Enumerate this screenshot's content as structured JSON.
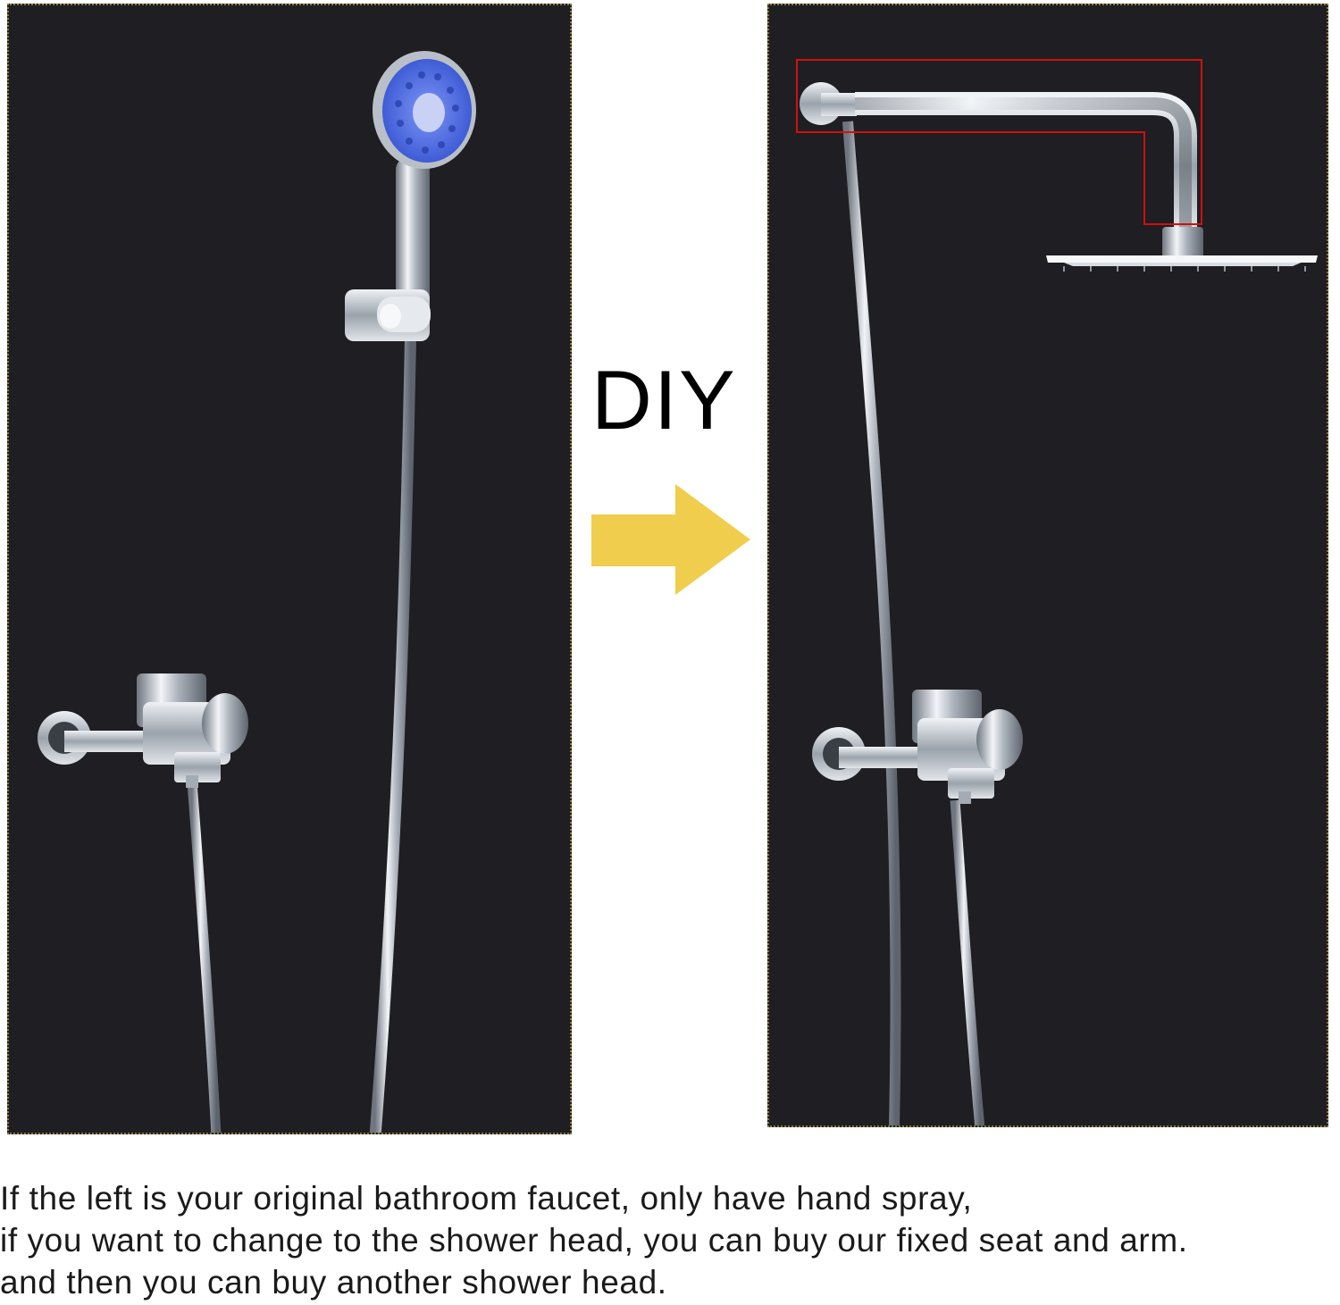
{
  "diy_label": "DIY",
  "arrow_icon": "right-arrow-icon",
  "colors": {
    "panel_background": "#1f1e22",
    "arrow": "#f0cd4c",
    "highlight_box": "#d01010",
    "chrome": "#c8ccd2",
    "spray_face": "#5a78e8"
  },
  "left_image": {
    "description_icons": [
      "hand-shower-icon",
      "shower-holder-icon",
      "shower-hose-icon",
      "faucet-icon"
    ]
  },
  "right_image": {
    "description_icons": [
      "shower-arm-icon",
      "rain-shower-head-icon",
      "shower-hose-icon",
      "faucet-icon"
    ]
  },
  "caption": {
    "line1": "If the left is your original bathroom faucet, only have hand spray,",
    "line2": "if you want to change to the shower head, you can buy our fixed seat and arm.",
    "line3": "and then you can buy another shower head."
  }
}
